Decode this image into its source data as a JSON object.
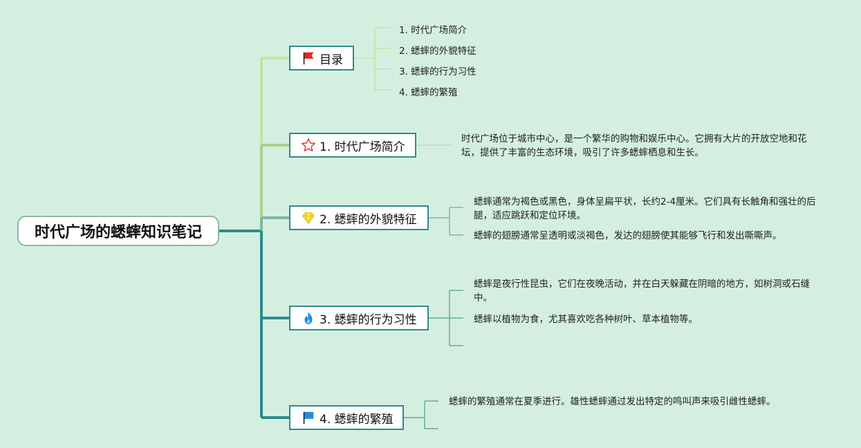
{
  "root": {
    "title": "时代广场的蟋蟀知识笔记"
  },
  "branches": {
    "toc": {
      "label": "目录",
      "icon": "red-flag-icon"
    },
    "intro": {
      "label": "1. 时代广场简介",
      "icon": "star-outline-icon"
    },
    "appearance": {
      "label": "2. 蟋蟀的外貌特征",
      "icon": "diamond-icon"
    },
    "behavior": {
      "label": "3. 蟋蟀的行为习性",
      "icon": "fire-icon"
    },
    "breeding": {
      "label": "4. 蟋蟀的繁殖",
      "icon": "blue-flag-icon"
    }
  },
  "toc_items": [
    "1. 时代广场简介",
    "2. 蟋蟀的外貌特征",
    "3. 蟋蟀的行为习性",
    "4. 蟋蟀的繁殖"
  ],
  "notes": {
    "intro": "时代广场位于城市中心，是一个繁华的购物和娱乐中心。它拥有大片的开放空地和花坛，提供了丰富的生态环境，吸引了许多蟋蟀栖息和生长。",
    "appearance_1": "蟋蟀通常为褐色或黑色，身体呈扁平状，长约2-4厘米。它们具有长触角和强壮的后腿，适应跳跃和定位环境。",
    "appearance_2": "蟋蟀的翅膀通常呈透明或淡褐色，发达的翅膀使其能够飞行和发出嘶嘶声。",
    "behavior_1": "蟋蟀是夜行性昆虫，它们在夜晚活动，并在白天躲藏在阴暗的地方，如树洞或石缝中。",
    "behavior_2": "蟋蟀以植物为食，尤其喜欢吃各种树叶、草本植物等。",
    "breeding_1": "蟋蟀的繁殖通常在夏季进行。雄性蟋蟀通过发出特定的鸣叫声来吸引雌性蟋蟀。"
  },
  "colors": {
    "background": "#d4efe0",
    "trunk": "#2d8a8c",
    "branch_light": "#c5e3a0",
    "branch_mid": "#a8cf8a",
    "branch_teal": "#7fb8a0",
    "leaf_line": "#9ed0b0"
  }
}
